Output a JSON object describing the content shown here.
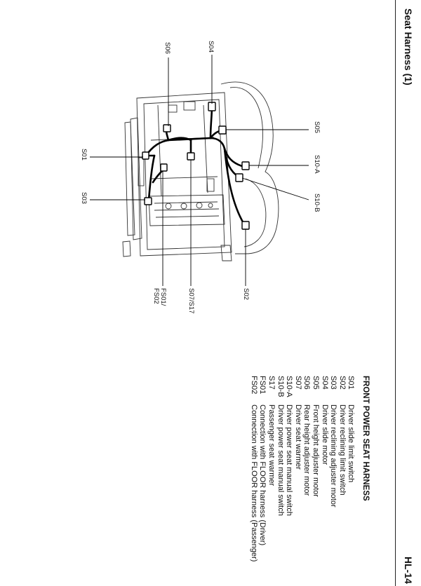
{
  "header": {
    "title": "Seat Harness (1)",
    "page_number": "HL-14"
  },
  "legend": {
    "title": "FRONT POWER SEAT HARNESS",
    "items": [
      {
        "code": "S01",
        "description": "Driver slide limit switch"
      },
      {
        "code": "S02",
        "description": "Driver reclining limit switch"
      },
      {
        "code": "S03",
        "description": "Driver reclining adjuster motor"
      },
      {
        "code": "S04",
        "description": "Driver slide motor"
      },
      {
        "code": "S05",
        "description": "Front height adjuster motor"
      },
      {
        "code": "S06",
        "description": "Rear height adjuster motor"
      },
      {
        "code": "S07",
        "description": "Driver seat warmer"
      },
      {
        "code": "S10-A",
        "description": "Driver power seat manual switch"
      },
      {
        "code": "S10-B",
        "description": "Driver power seat manual switch"
      },
      {
        "code": "S17",
        "description": "Passenger seat warmer"
      },
      {
        "code": "FS01",
        "description": "Connection with FLOOR harness (Driver)"
      },
      {
        "code": "FS02",
        "description": "Connection with FLOOR harness (Passenger)"
      }
    ]
  },
  "diagram": {
    "labels": {
      "s06": "S06",
      "s04": "S04",
      "s05": "S05",
      "s01": "S01",
      "s10a": "S10-A",
      "s03": "S03",
      "s10b": "S10-B",
      "fs01": "FS01/",
      "fs02": "FS02",
      "s07s17": "S07/S17",
      "s02": "S02"
    }
  }
}
